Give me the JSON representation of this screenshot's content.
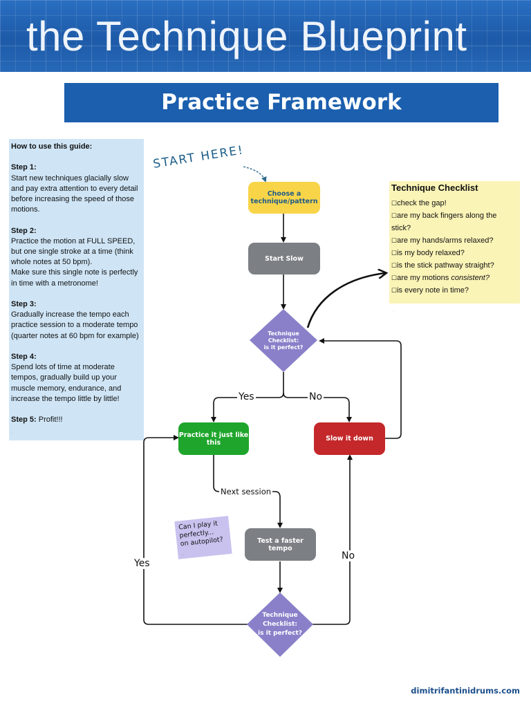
{
  "header": {
    "title": "the Technique  Blueprint"
  },
  "section": {
    "title": "Practice Framework"
  },
  "guide": {
    "heading": "How to use this guide:",
    "steps": [
      {
        "label": "Step 1:",
        "text": "Start new techniques glacially slow and pay extra attention to every detail before increasing the speed of those motions."
      },
      {
        "label": "Step 2:",
        "text": "Practice the motion at FULL SPEED, but one single stroke at a time (think whole notes at 50 bpm).",
        "extra": "Make sure this single note is perfectly in time with a metronome!"
      },
      {
        "label": "Step 3:",
        "text": "Gradually increase the tempo each practice session to a moderate tempo (quarter notes at 60 bpm for example)"
      },
      {
        "label": "Step 4:",
        "text": "Spend lots of time at moderate tempos, gradually build up your muscle memory, endurance, and increase the tempo little by little!"
      },
      {
        "label": "Step 5:",
        "text": " Profit!!!"
      }
    ]
  },
  "checklist": {
    "title": "Technique Checklist",
    "items": [
      {
        "box": "☐",
        "text": "check the gap!"
      },
      {
        "box": "☐",
        "text": "are my back fingers along the stick?"
      },
      {
        "box": "☐",
        "text": "are my hands/arms relaxed?"
      },
      {
        "box": "☐",
        "text": "is my body relaxed?"
      },
      {
        "box": "☐",
        "text": "is the stick pathway straight?"
      },
      {
        "box": "☐",
        "text": "are my motions ",
        "em": "consistent?"
      },
      {
        "box": "☐",
        "text": "is every note in time?"
      }
    ]
  },
  "flow": {
    "start_here": "START HERE!",
    "choose": "Choose a technique/pattern",
    "start_slow": "Start Slow",
    "checklist_q1": [
      "Technique",
      "Checklist:",
      "is it perfect?"
    ],
    "checklist_q2": [
      "Technique",
      "Checklist:",
      "is it perfect?"
    ],
    "practice": "Practice it just like this",
    "slow_down": "Slow it down",
    "faster": "Test a faster tempo",
    "yes": "Yes",
    "no": "No",
    "next_session": "Next session",
    "yes2": "Yes",
    "no2": "No",
    "sticky_note": [
      "Can I play it",
      "perfectly...",
      "on autopilot?"
    ]
  },
  "colors": {
    "yellow": "#f8d448",
    "gray": "#7c7f83",
    "purple": "#8a80c9",
    "green": "#1fa52c",
    "red": "#c4282a",
    "banner_blue": "#1d5aa8"
  },
  "footer": {
    "site": "dimitrifantinidrums.com"
  }
}
